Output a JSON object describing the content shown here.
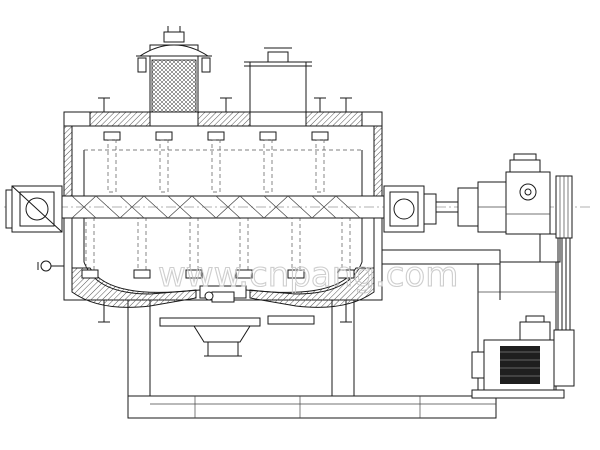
{
  "watermark": {
    "chinese_text": "",
    "url_text": "www.cnpang.com"
  },
  "icons": [
    "motor",
    "gearbox",
    "drive-pulley",
    "discharge-valve",
    "vent-dome",
    "vapor-outlet"
  ]
}
